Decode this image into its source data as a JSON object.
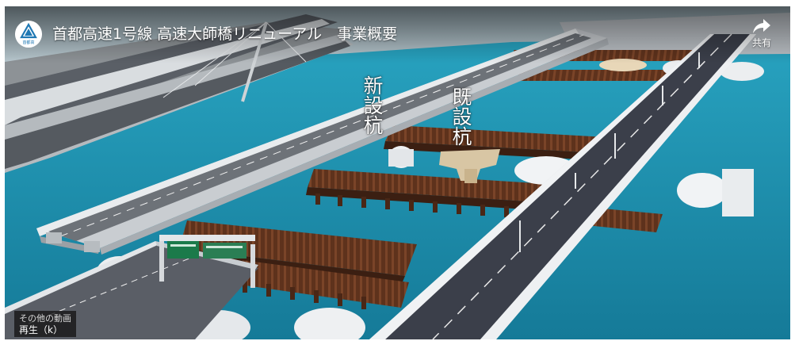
{
  "video": {
    "title": "首都高速1号線 高速大師橋リニューアル　事業概要",
    "channel_logo_text": "首都高",
    "channel_logo_icon": "shutoko-logo-icon",
    "share_label": "共有",
    "share_icon": "share-arrow-icon"
  },
  "scene_labels": {
    "new_piles": [
      "新",
      "設",
      "杭"
    ],
    "existing_piles": [
      "既",
      "設",
      "杭"
    ]
  },
  "overlay": {
    "more_videos": "その他の動画",
    "play_shortcut": "再生（k）"
  },
  "colors": {
    "water": "#1d8fb0",
    "bridge_deck": "#4a4e5a",
    "girder": "#d8dde2",
    "piles": "#6b3b22",
    "title_text": "#ffffff"
  }
}
